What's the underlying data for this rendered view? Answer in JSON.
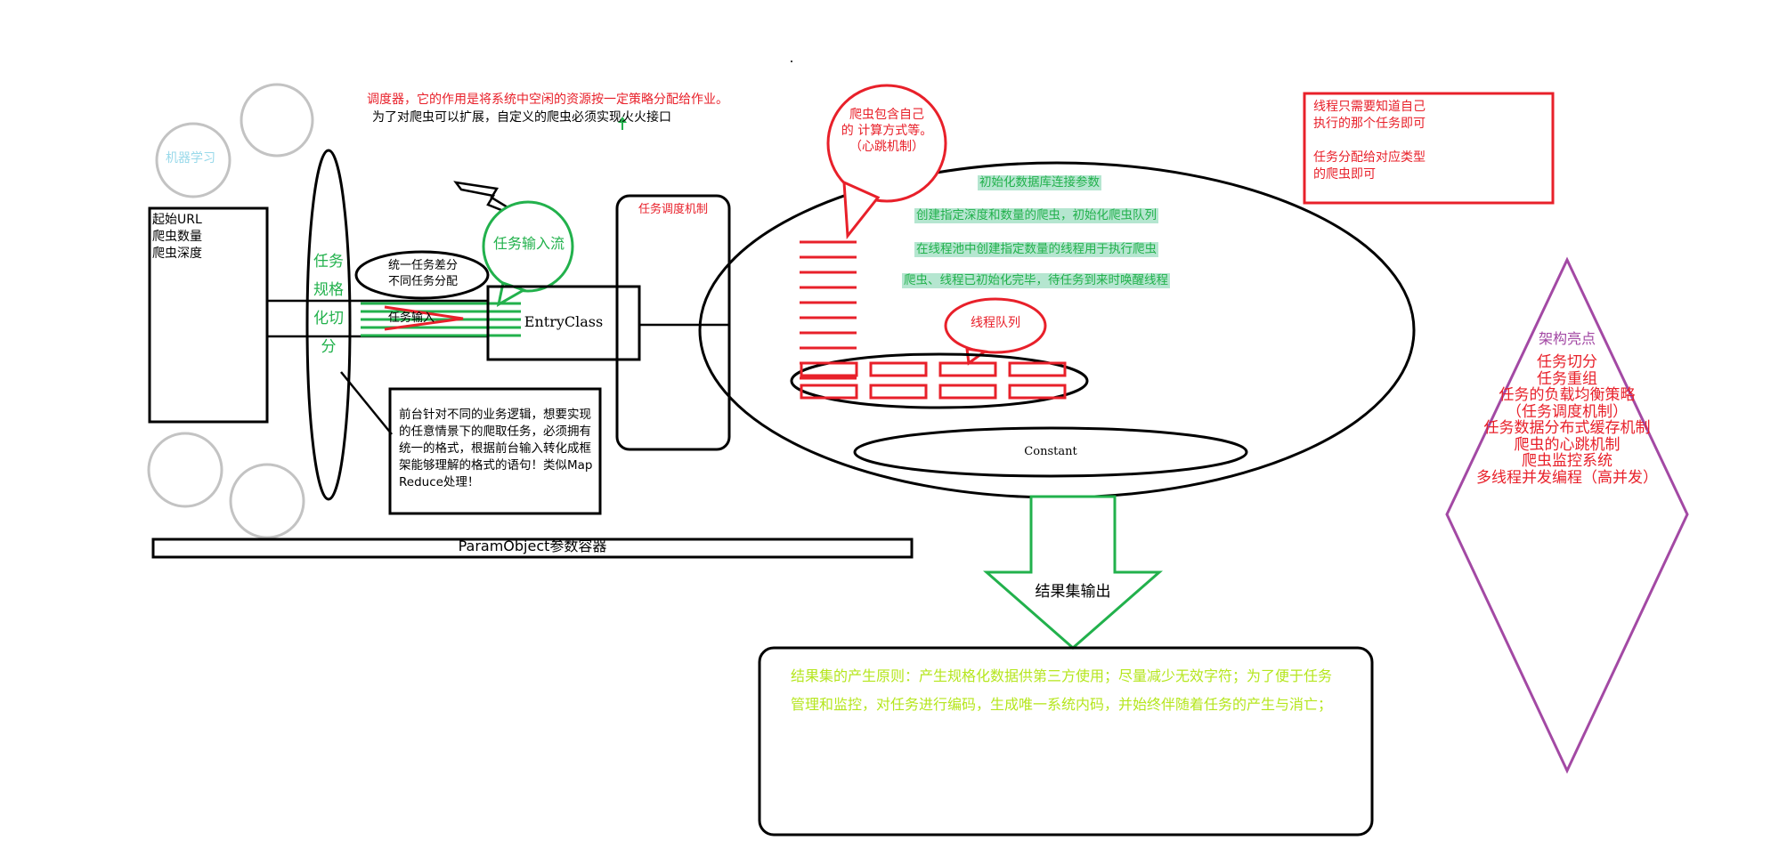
{
  "colors": {
    "black": "#000000",
    "red": "#e8202a",
    "green": "#22b14c",
    "highlight": "#b5e6d0",
    "lime": "#b5e61d",
    "purple": "#a349a4",
    "lightblue": "#99d9ea",
    "gray": "#c3c3c3"
  },
  "texts": {
    "scheduler_note": "调度器，它的作用是将系统中空闲的资源按一定策略分配给作业。",
    "extend_note": "为了对爬虫可以扩展，自定义的爬虫必须实现火火接口",
    "ml": "机器学习",
    "input_lines": [
      "起始URL",
      "爬虫数量",
      "爬虫深度"
    ],
    "split_label": [
      "任务",
      "规格",
      "化切",
      "分"
    ],
    "unify_bubble": [
      "统一任务差分",
      "不同任务分配"
    ],
    "task_input_small": "任务输入",
    "task_input_stream": "任务输入流",
    "entry_class": "EntryClass",
    "frontend_note": "前台针对不同的业务逻辑，想要实现的任意情景下的爬取任务，必须拥有统一的格式，根据前台输入转化成框架能够理解的格式的语句！类似MapReduce处理！",
    "param_container": "ParamObject参数容器",
    "scheduling_mechanism": "任务调度机制",
    "crawler_bubble": [
      "爬虫包含自己",
      "的 计算方式等。",
      "（心跳机制）"
    ],
    "init_steps": [
      "初始化数据库连接参数",
      "创建指定深度和数量的爬虫，初始化爬虫队列",
      "在线程池中创建指定数量的线程用于执行爬虫",
      "爬虫、线程已初始化完毕，待任务到来时唤醒线程"
    ],
    "thread_queue": "线程队列",
    "constant": "Constant",
    "result_output": "结果集输出",
    "result_principle": "结果集的产生原则：产生规格化数据供第三方使用；尽量减少无效字符；为了便于任务管理和监控，对任务进行编码，生成唯一系统内码，并始终伴随着任务的产生与消亡；",
    "thread_note": [
      "线程只需要知道自己",
      "执行的那个任务即可",
      "",
      "任务分配给对应类型",
      "的爬虫即可"
    ],
    "highlights_title": "架构亮点",
    "highlights": [
      "任务切分",
      "任务重组",
      "任务的负载均衡策略",
      "（任务调度机制）",
      "任务数据分布式缓存机制",
      "爬虫的心跳机制",
      "爬虫监控系统",
      "多线程并发编程（高并发）"
    ]
  }
}
